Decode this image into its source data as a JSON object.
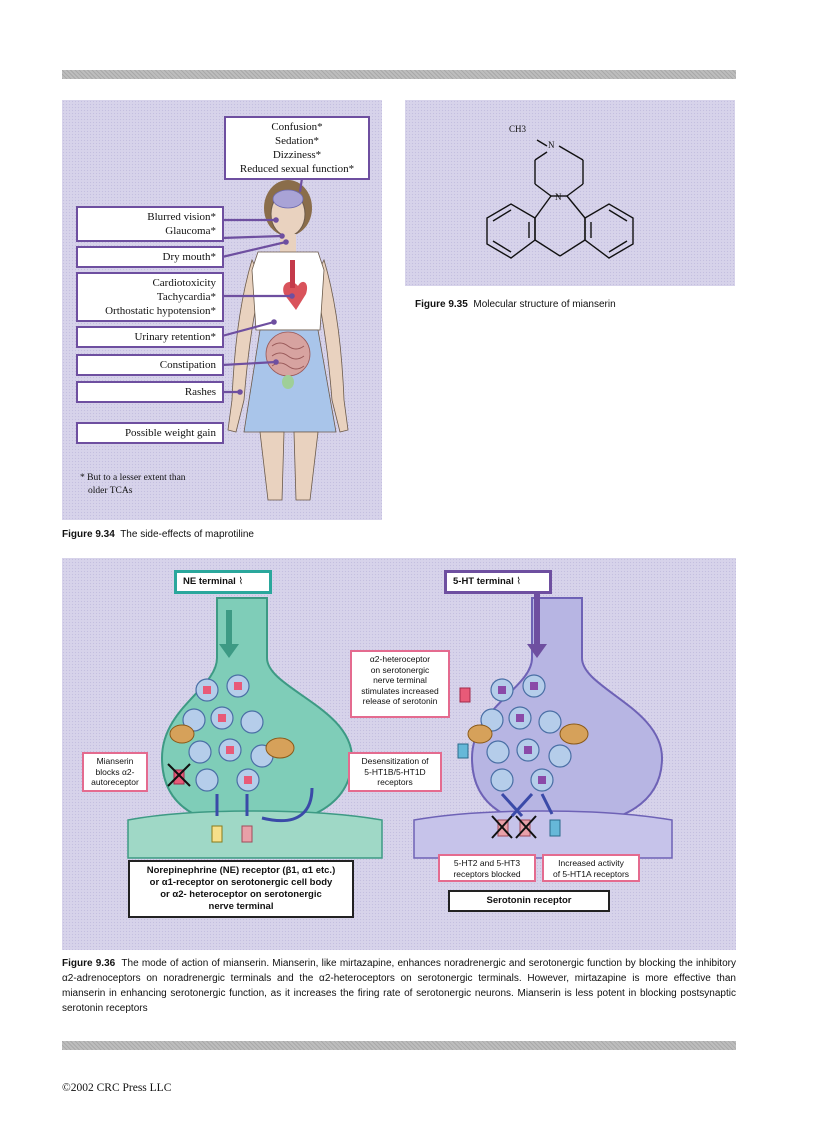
{
  "fig934": {
    "labels": {
      "cns": [
        "Confusion*",
        "Sedation*",
        "Dizziness*",
        "Reduced sexual function*"
      ],
      "eye": [
        "Blurred vision*",
        "Glaucoma*"
      ],
      "mouth": "Dry mouth*",
      "heart": [
        "Cardiotoxicity",
        "Tachycardia*",
        "Orthostatic hypotension*"
      ],
      "urinary": "Urinary retention*",
      "constipation": "Constipation",
      "rashes": "Rashes",
      "weight": "Possible weight gain"
    },
    "footnote": [
      "* But to a lesser extent than",
      "older TCAs"
    ],
    "caption_label": "Figure 9.34",
    "caption_text": "The side-effects of maprotiline"
  },
  "fig935": {
    "ch3": "CH3",
    "n_top": "N",
    "n_bottom": "N",
    "caption_label": "Figure 9.35",
    "caption_text": "Molecular structure of mianserin"
  },
  "fig936": {
    "ne_terminal": "NE terminal",
    "ht_terminal": "5-HT terminal",
    "alpha2_hetero": [
      "α2-heteroceptor",
      "on serotonergic",
      "nerve terminal",
      "stimulates increased",
      "release of serotonin"
    ],
    "mianserin_blocks": [
      "Mianserin",
      "blocks α2-",
      "autoreceptor"
    ],
    "desensitization": [
      "Desensitization of",
      "5-HT1B/5-HT1D",
      "receptors"
    ],
    "ne_receptor": [
      "Norepinephrine (NE) receptor (β1, α1 etc.)",
      "or α1-receptor on serotonergic cell body",
      "or α2- heteroceptor on serotonergic",
      "nerve terminal"
    ],
    "ht23_blocked": [
      "5-HT2 and 5-HT3",
      "receptors blocked"
    ],
    "ht1a_activity": [
      "Increased activity",
      "of 5-HT1A receptors"
    ],
    "serotonin_receptor": "Serotonin receptor",
    "caption_label": "Figure 9.36",
    "caption_text": "The mode of action of mianserin. Mianserin, like mirtazapine, enhances noradrenergic and serotonergic function by blocking the inhibitory α2-adrenoceptors on noradrenergic terminals and the α2-heteroceptors on serotonergic terminals. However, mirtazapine is more effective than mianserin in enhancing serotonergic function, as it increases the firing rate of serotonergic neurons. Mianserin is less potent in blocking postsynaptic serotonin receptors"
  },
  "footer": {
    "copyright": "©2002 CRC Press LLC"
  }
}
